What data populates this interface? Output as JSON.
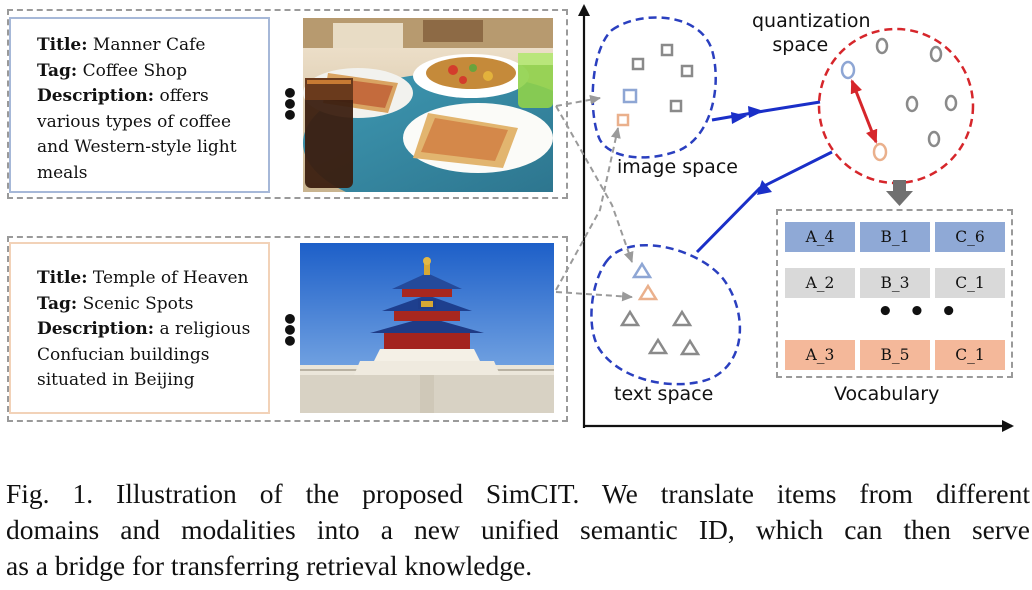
{
  "items": [
    {
      "title_key": "Title:",
      "title_val": " Manner Cafe",
      "tag_key": "Tag:",
      "tag_val": " Coffee Shop",
      "desc_key": "Description:",
      "desc_line1": " offers",
      "desc_lines": [
        "various types of coffee",
        "and Western-style light",
        "meals"
      ],
      "dots": "⋮",
      "border_color": "#a6b8d8"
    },
    {
      "title_key": "Title:",
      "title_val": " Temple of Heaven",
      "tag_key": "Tag:",
      "tag_val": " Scenic Spots",
      "desc_key": "Description:",
      "desc_line1": " a religious",
      "desc_lines": [
        "Confucian buildings",
        "situated in Beijing"
      ],
      "dots": "⋮",
      "border_color": "#f2d2b8"
    }
  ],
  "labels": {
    "quantization_line1": "quantization",
    "quantization_line2": "space",
    "image_space": "image space",
    "text_space": "text space",
    "vocabulary": "Vocabulary",
    "vocab_dots": "• • •"
  },
  "vocabulary": {
    "row1": [
      "A_4",
      "B_1",
      "C_6"
    ],
    "row2": [
      "A_2",
      "B_3",
      "C_1"
    ],
    "row3": [
      "A_3",
      "B_5",
      "C_1"
    ]
  },
  "colors": {
    "blue_region": "#2a3fbf",
    "red_region": "#d6262b",
    "arrow_blue": "#1a2fc8",
    "blue_marker": "#8ea6d4",
    "peach_marker": "#eab08c",
    "gray_marker": "#8a8a8a"
  },
  "caption": {
    "line1": "Fig. 1.  Illustration of the proposed SimCIT. We translate items from different",
    "line2": "domains and modalities into a new unified semantic ID, which can then serve",
    "line3": "as a bridge for transferring retrieval knowledge."
  }
}
